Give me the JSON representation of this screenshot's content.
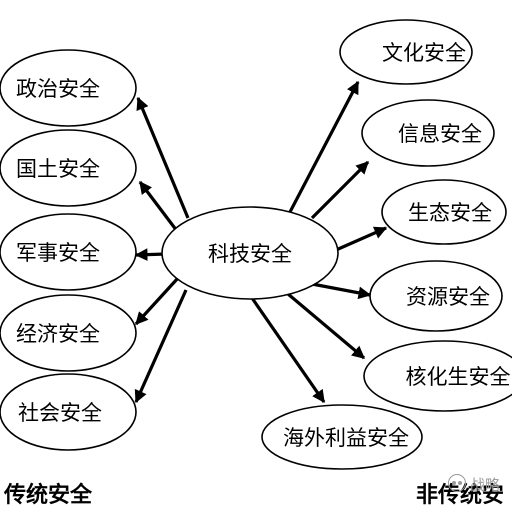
{
  "center": {
    "label": "科技安全"
  },
  "traditional": {
    "group_label": "传统安全",
    "items": [
      "政治安全",
      "国土安全",
      "军事安全",
      "经济安全",
      "社会安全"
    ]
  },
  "non_traditional": {
    "group_label": "非传统安",
    "items": [
      "文化安全",
      "信息安全",
      "生态安全",
      "资源安全",
      "核化生安全",
      "海外利益安全"
    ]
  },
  "watermark": {
    "icon": "wechat-icon",
    "text": "战略"
  },
  "colors": {
    "stroke": "#000000",
    "background": "#ffffff",
    "watermark": "#9a9a9a"
  }
}
